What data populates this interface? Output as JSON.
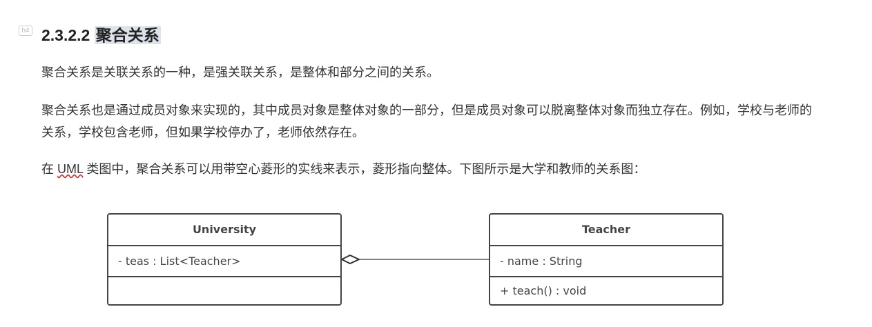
{
  "heading": {
    "tag": "h4",
    "number": "2.3.2.2",
    "title": "聚合关系"
  },
  "paragraphs": [
    "聚合关系是关联关系的一种，是强关联关系，是整体和部分之间的关系。",
    "聚合关系也是通过成员对象来实现的，其中成员对象是整体对象的一部分，但是成员对象可以脱离整体对象而独立存在。例如，学校与老师的关系，学校包含老师，但如果学校停办了，老师依然存在。"
  ],
  "p3": {
    "pre": "在 ",
    "uml": "UML",
    "post": " 类图中，聚合关系可以用带空心菱形的实线来表示，菱形指向整体。下图所示是大学和教师的关系图："
  },
  "diagram": {
    "university": {
      "name": "University",
      "attribute": "- teas : List<Teacher>",
      "method": ""
    },
    "teacher": {
      "name": "Teacher",
      "attribute": "- name : String",
      "method": "+ teach() : void"
    }
  }
}
